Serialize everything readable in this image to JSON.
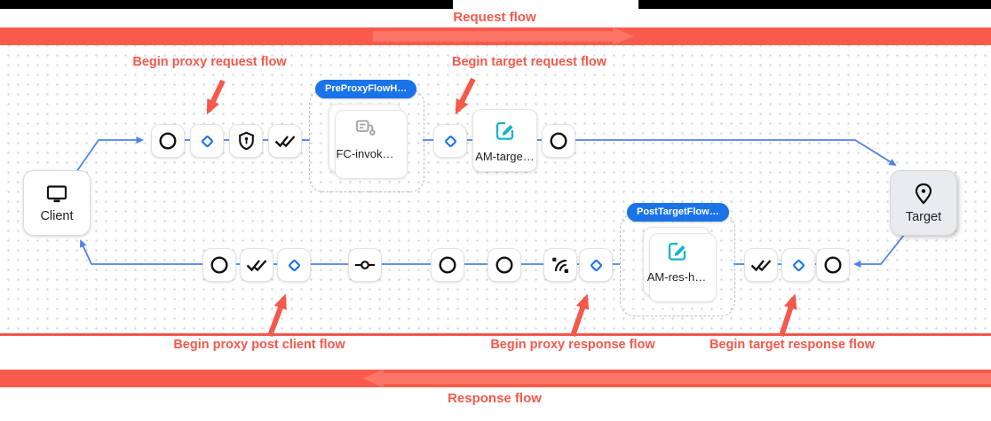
{
  "flow_banners": {
    "request": "Request flow",
    "response": "Response flow"
  },
  "annotations": {
    "proxy_request": "Begin proxy request flow",
    "target_request": "Begin target request flow",
    "proxy_post_client": "Begin proxy post client flow",
    "proxy_response": "Begin proxy response flow",
    "target_response": "Begin target response flow"
  },
  "endpoints": {
    "client": "Client",
    "target": "Target"
  },
  "groups": {
    "pre_proxy": {
      "badge": "PreProxyFlowH…",
      "policy_label": "FC-invok…",
      "policy_icon": "flow-callout-icon"
    },
    "post_target": {
      "badge": "PostTargetFlow…",
      "policy_label": "AM-res-h…",
      "policy_icon": "assign-message-edit-icon"
    }
  },
  "policies": {
    "am_target": {
      "label": "AM-targe…",
      "icon": "assign-message-edit-icon"
    }
  },
  "step_icon_names": [
    "circle-icon",
    "diamond-icon",
    "shield-lock-icon",
    "double-check-icon",
    "switch-icon",
    "signal-icon",
    "monitor-icon",
    "location-pin-icon"
  ],
  "colors": {
    "annotation_red": "#f4594b",
    "band_red": "#fa5a4b",
    "band_red_light": "#fc7567",
    "flow_line_blue": "#4d83ea",
    "badge_blue": "#1a73e8",
    "policy_teal": "#12b5cb",
    "node_ink": "#202124",
    "target_fill": "#e9ebee"
  }
}
